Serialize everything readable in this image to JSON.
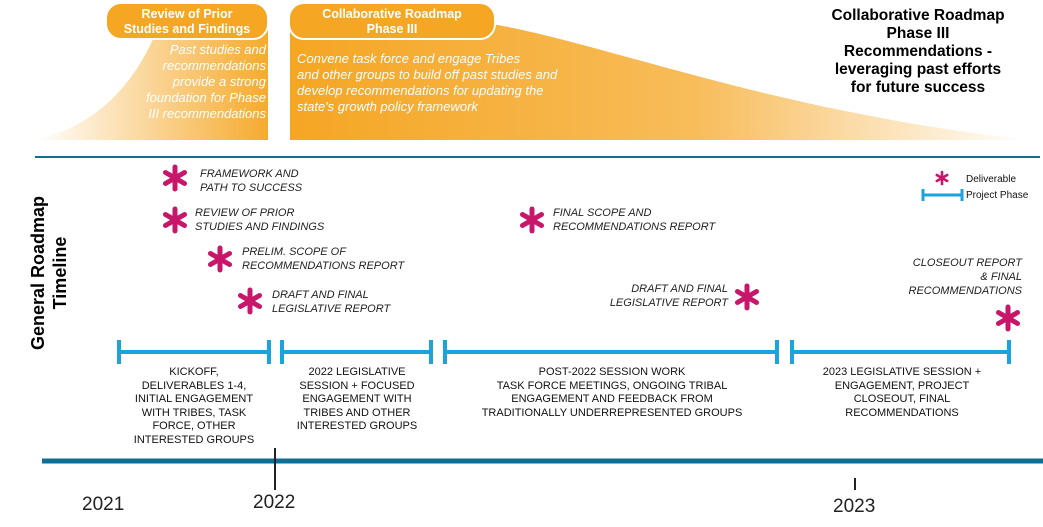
{
  "header": {
    "pill_review": [
      "Review of Prior",
      "Studies and Findings"
    ],
    "pill_phase3": [
      "Collaborative Roadmap",
      "Phase III"
    ],
    "review_desc": [
      "Past studies and",
      "recommendations",
      "provide a strong",
      "foundation for Phase",
      "III recommendations"
    ],
    "phase3_desc": [
      "Convene task force and engage Tribes",
      "and other groups to build off past studies and",
      "develop recommendations for updating the",
      "state's growth policy framework"
    ],
    "main_title": [
      "Collaborative Roadmap",
      "Phase III",
      "Recommendations -",
      "leveraging past efforts",
      "for future success"
    ]
  },
  "side_title": [
    "General Roadmap",
    "Timeline"
  ],
  "legend": {
    "deliverable": "Deliverable",
    "project_phase": "Project Phase"
  },
  "deliverables": [
    {
      "lines": [
        "FRAMEWORK AND",
        "PATH TO SUCCESS"
      ]
    },
    {
      "lines": [
        "REVIEW OF PRIOR",
        "STUDIES AND FINDINGS"
      ]
    },
    {
      "lines": [
        "PRELIM. SCOPE OF",
        "RECOMMENDATIONS REPORT"
      ]
    },
    {
      "lines": [
        "DRAFT AND FINAL",
        "LEGISLATIVE REPORT"
      ]
    },
    {
      "lines": [
        "FINAL SCOPE AND",
        "RECOMMENDATIONS REPORT"
      ]
    },
    {
      "lines": [
        "DRAFT AND FINAL",
        "LEGISLATIVE REPORT"
      ]
    },
    {
      "lines": [
        "CLOSEOUT REPORT",
        "& FINAL",
        "RECOMMENDATIONS"
      ]
    }
  ],
  "phases": [
    {
      "lines": [
        "KICKOFF,",
        "DELIVERABLES 1-4,",
        "INITIAL ENGAGEMENT",
        "WITH TRIBES, TASK",
        "FORCE, OTHER",
        "INTERESTED GROUPS"
      ]
    },
    {
      "lines": [
        "2022 LEGISLATIVE",
        "SESSION + FOCUSED",
        "ENGAGEMENT WITH",
        "TRIBES AND OTHER",
        "INTERESTED GROUPS"
      ]
    },
    {
      "lines": [
        "POST-2022 SESSION WORK",
        "TASK FORCE MEETINGS, ONGOING TRIBAL",
        "ENGAGEMENT AND FEEDBACK FROM",
        "TRADITIONALLY UNDERREPRESENTED GROUPS"
      ]
    },
    {
      "lines": [
        "2023 LEGISLATIVE SESSION +",
        "ENGAGEMENT, PROJECT",
        "CLOSEOUT, FINAL",
        "RECOMMENDATIONS"
      ]
    }
  ],
  "years": [
    "2021",
    "2022",
    "2023"
  ],
  "colors": {
    "orange": "#f5a623",
    "blue": "#1aa3dc",
    "navy": "#0e6e96",
    "star": "#c8176b"
  }
}
